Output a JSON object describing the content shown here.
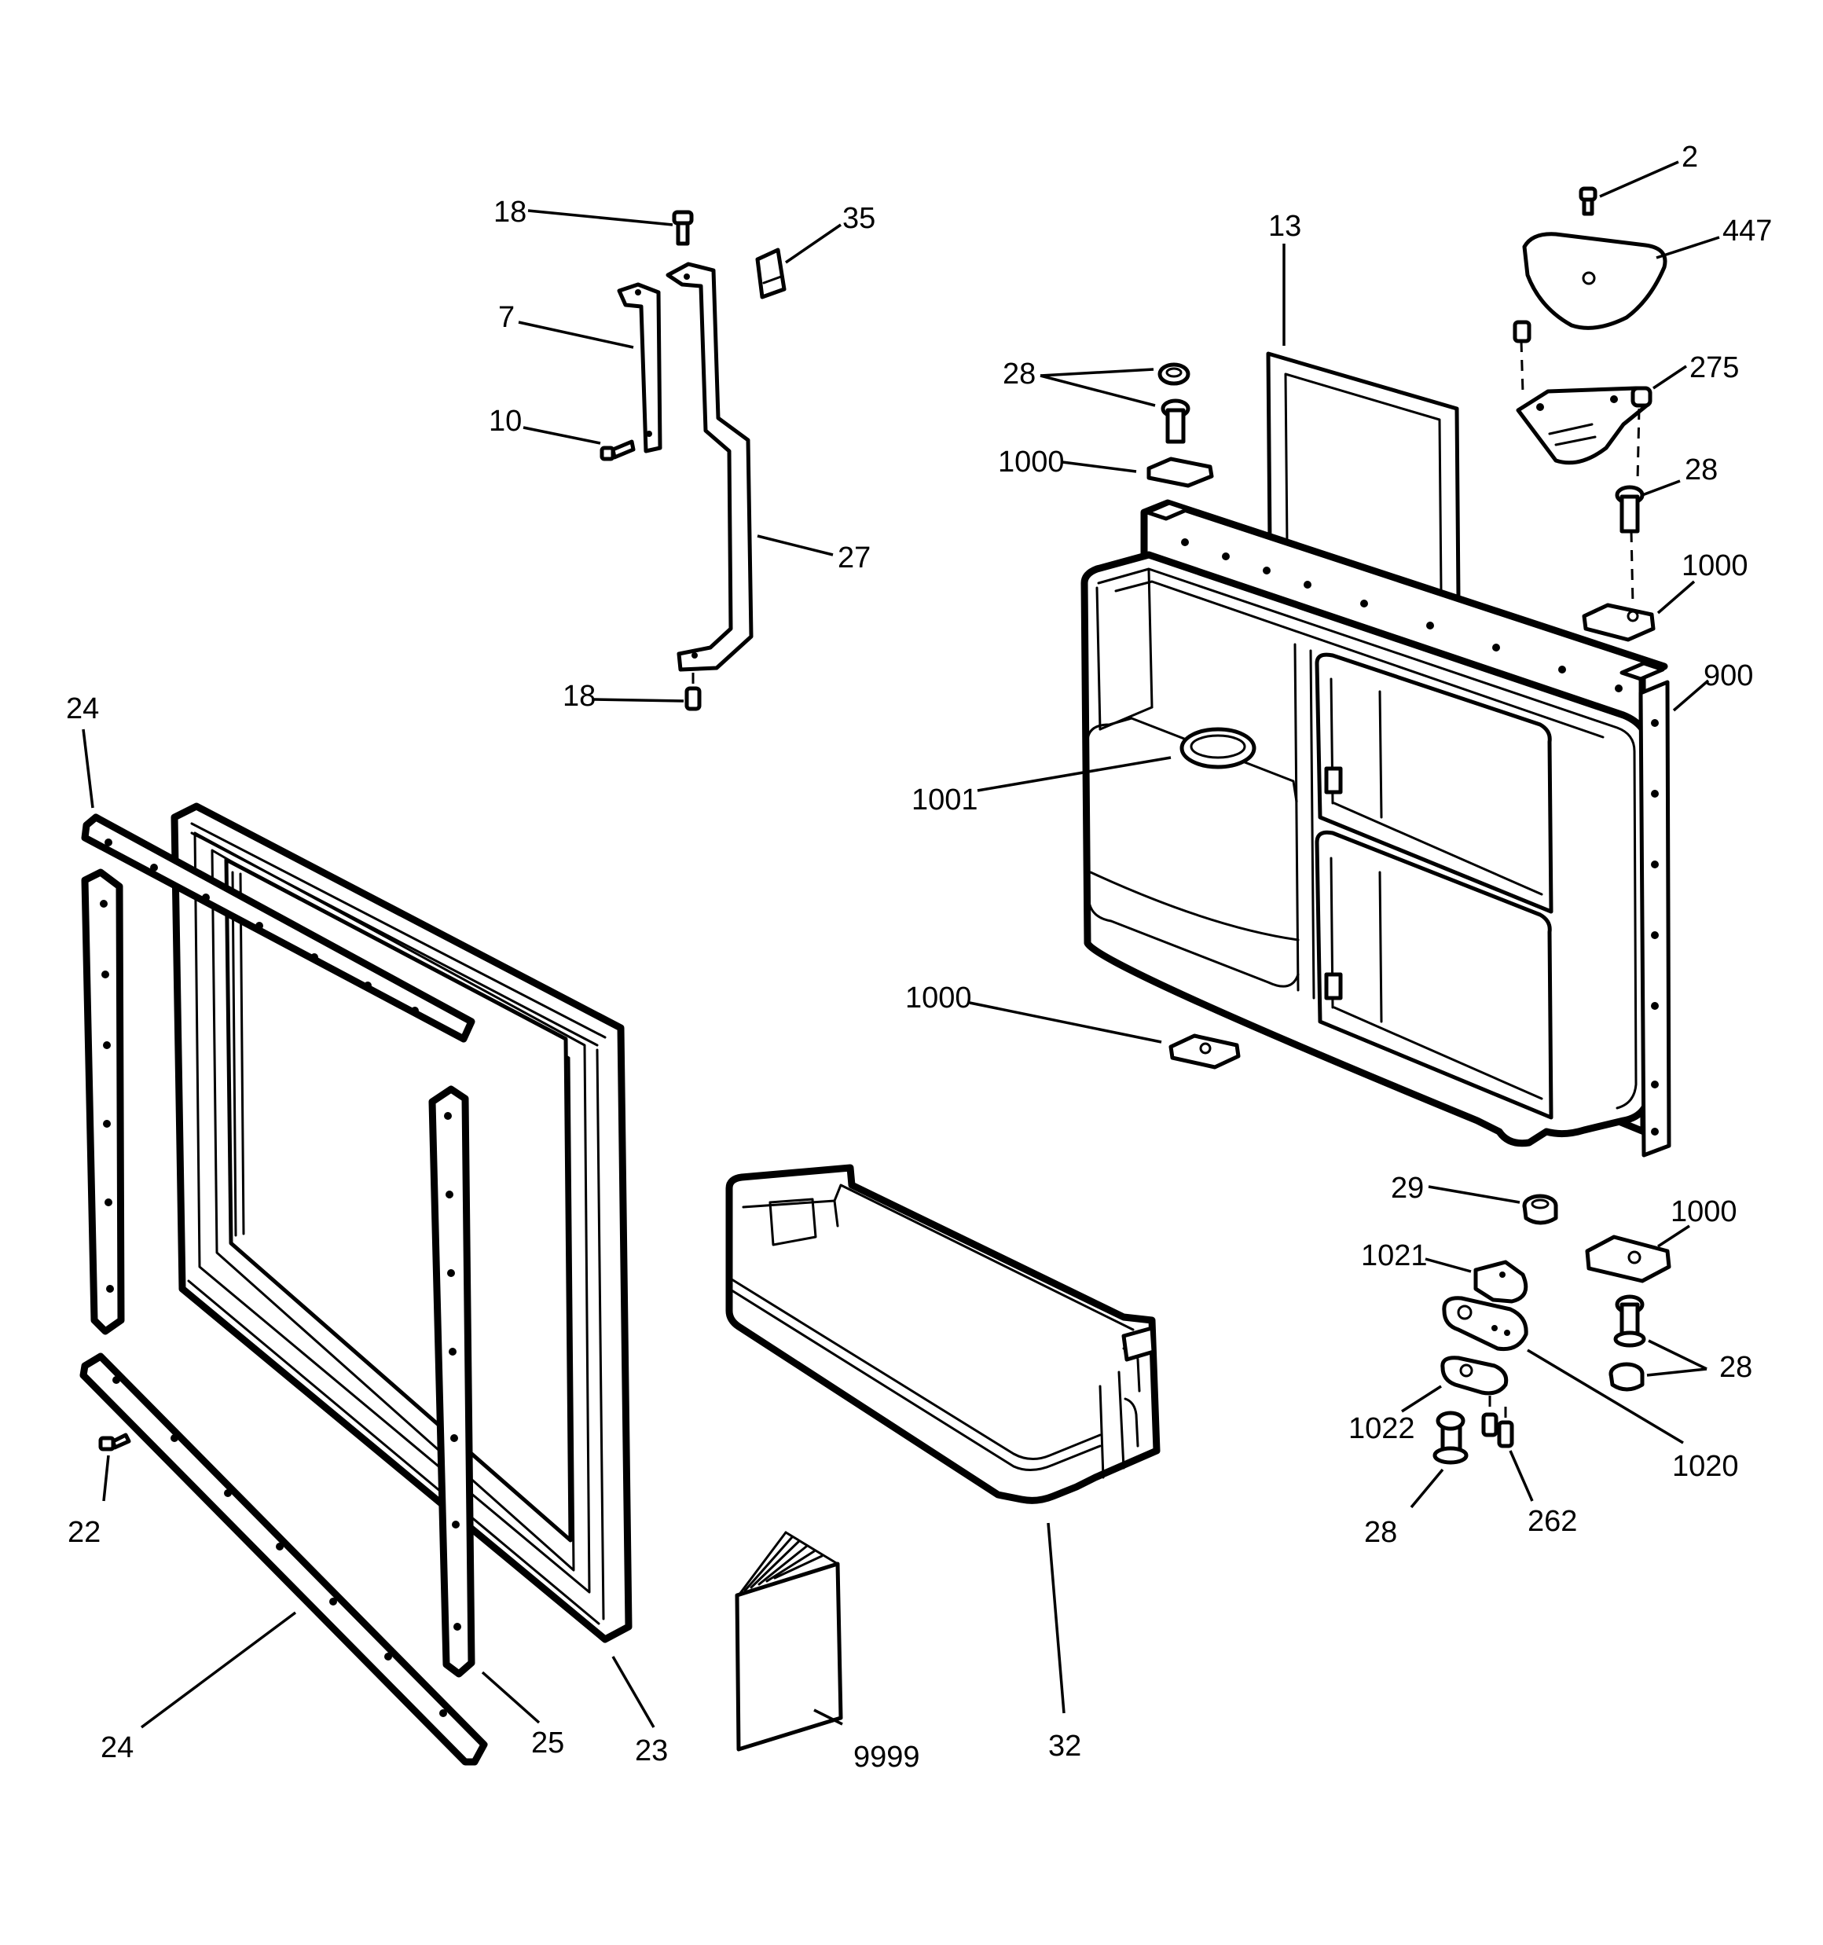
{
  "callouts": {
    "c18_top": "18",
    "c35": "35",
    "c7": "7",
    "c10": "10",
    "c27": "27",
    "c18_bottom": "18",
    "c13": "13",
    "c2": "2",
    "c447": "447",
    "c28_a": "28",
    "c275": "275",
    "c1000_a": "1000",
    "c28_b": "28",
    "c1000_b": "1000",
    "c900": "900",
    "c1001": "1001",
    "c1000_c": "1000",
    "c24_top": "24",
    "c29": "29",
    "c1000_d": "1000",
    "c1021": "1021",
    "c28_c": "28",
    "c1022": "1022",
    "c1020": "1020",
    "c22": "22",
    "c28_d": "28",
    "c262": "262",
    "c24_bottom": "24",
    "c25": "25",
    "c23": "23",
    "c9999": "9999",
    "c32": "32"
  }
}
